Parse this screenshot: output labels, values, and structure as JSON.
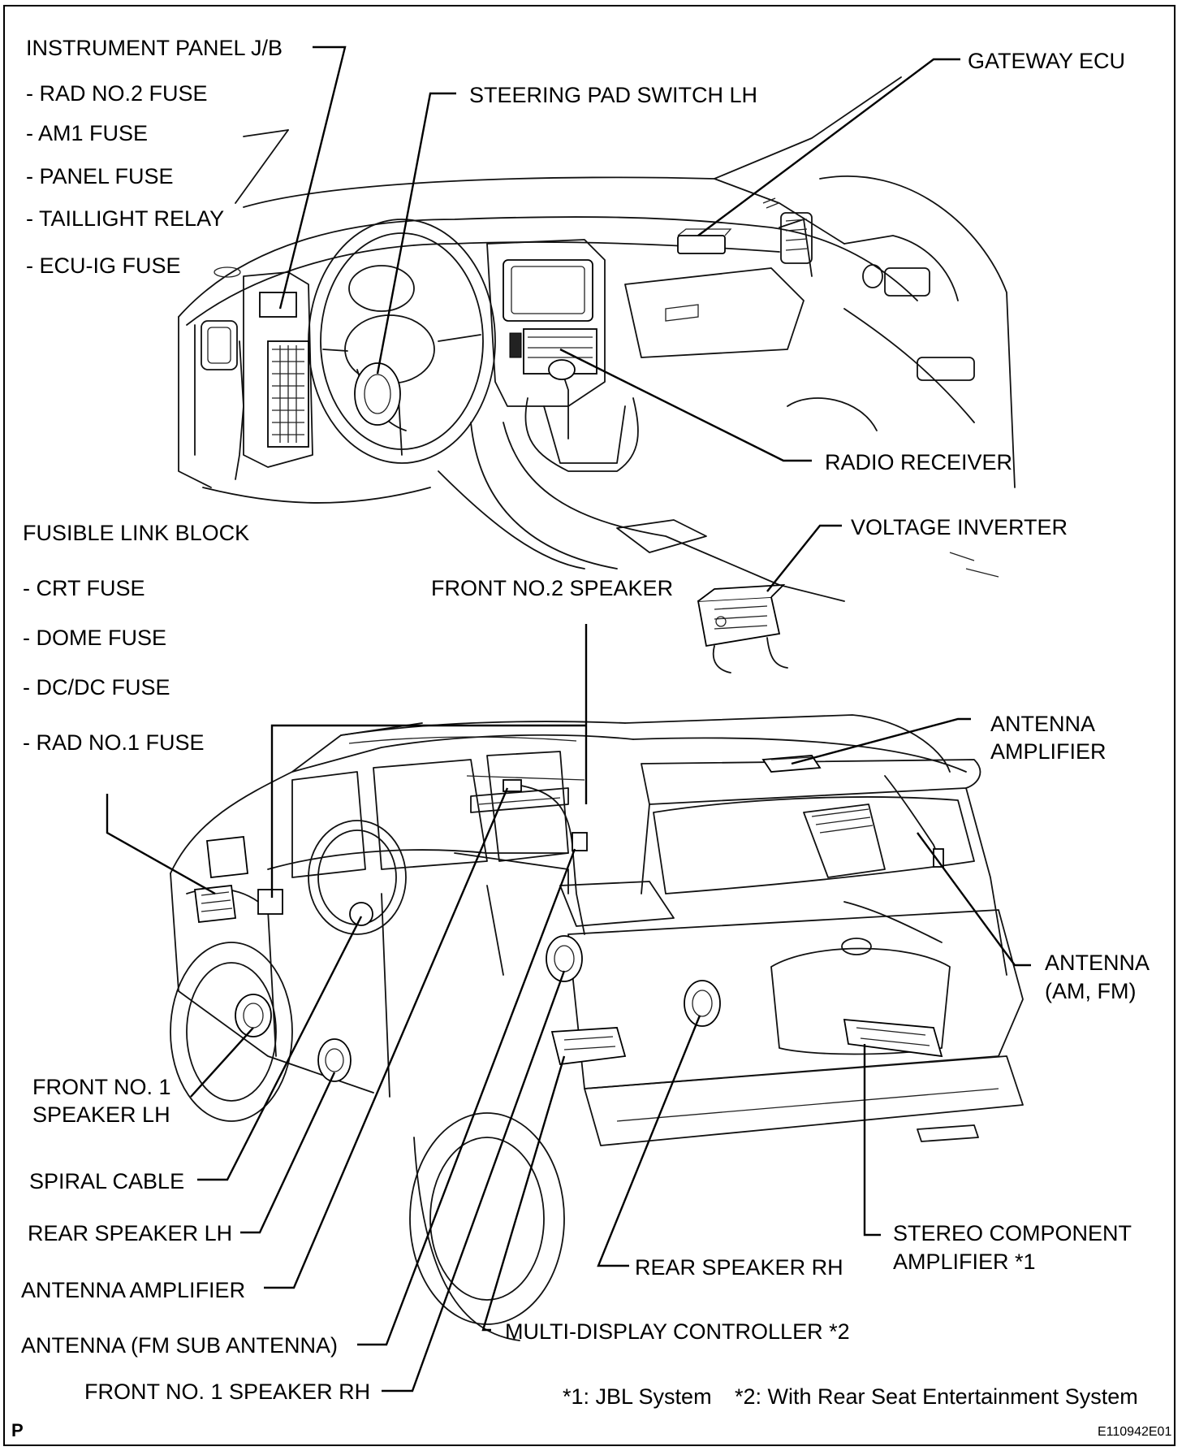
{
  "labels": {
    "instrument_panel_jb": "INSTRUMENT PANEL J/B",
    "rad_no2_fuse": "- RAD NO.2 FUSE",
    "am1_fuse": "- AM1 FUSE",
    "panel_fuse": "- PANEL FUSE",
    "taillight_relay": "- TAILLIGHT RELAY",
    "ecu_ig_fuse": "- ECU-IG FUSE",
    "steering_pad_switch_lh": "STEERING PAD SWITCH LH",
    "gateway_ecu": "GATEWAY ECU",
    "radio_receiver": "RADIO RECEIVER",
    "fusible_link_block": "FUSIBLE LINK BLOCK",
    "crt_fuse": "- CRT FUSE",
    "dome_fuse": "- DOME FUSE",
    "dcdc_fuse": "- DC/DC FUSE",
    "rad_no1_fuse": "- RAD NO.1 FUSE",
    "voltage_inverter": "VOLTAGE INVERTER",
    "front_no2_speaker": "FRONT NO.2 SPEAKER",
    "antenna_amplifier_top_line1": "ANTENNA",
    "antenna_amplifier_top_line2": "AMPLIFIER",
    "antenna_am_fm_line1": "ANTENNA",
    "antenna_am_fm_line2": "(AM, FM)",
    "front_no1_speaker_lh_line1": "FRONT NO. 1",
    "front_no1_speaker_lh_line2": "SPEAKER LH",
    "spiral_cable": "SPIRAL CABLE",
    "rear_speaker_lh": "REAR SPEAKER LH",
    "antenna_amplifier": "ANTENNA AMPLIFIER",
    "antenna_fm_sub": "ANTENNA (FM SUB ANTENNA)",
    "front_no1_speaker_rh": "FRONT NO. 1 SPEAKER RH",
    "stereo_component_amplifier_line1": "STEREO COMPONENT",
    "stereo_component_amplifier_line2": "AMPLIFIER *1",
    "rear_speaker_rh": "REAR SPEAKER RH",
    "multi_display_controller": "MULTI-DISPLAY CONTROLLER *2"
  },
  "footnotes": {
    "note1": "*1: JBL System",
    "note2": "*2: With Rear Seat Entertainment System"
  },
  "corner": {
    "page_letter": "P",
    "figure_code": "E110942E01"
  }
}
